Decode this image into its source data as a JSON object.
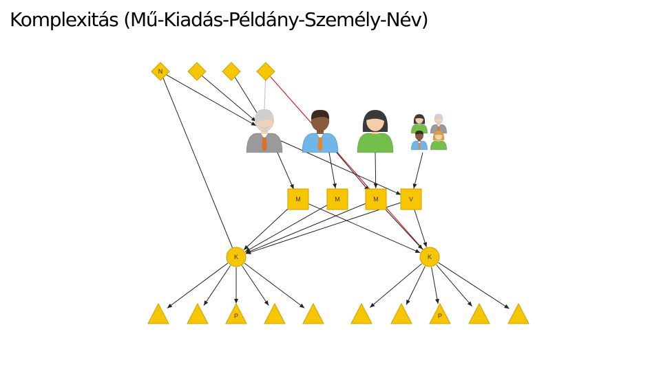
{
  "title": "Komplexitás (Mű-Kiadás-Példány-Személy-Név)",
  "colors": {
    "node_fill": "#F7C600",
    "node_stroke": "#C9A200",
    "edge": "#222222",
    "highlight_edge": "#D42020",
    "weak_edge": "#BBBBBB"
  },
  "nodes": {
    "name_diamonds": [
      {
        "label": "N"
      },
      {
        "label": ""
      },
      {
        "label": ""
      },
      {
        "label": ""
      }
    ],
    "persons": [
      {
        "icon": "elderly-man-icon"
      },
      {
        "icon": "businessman-icon"
      },
      {
        "icon": "woman-icon"
      },
      {
        "icon": "group-icon"
      }
    ],
    "work_squares": [
      {
        "label": "M"
      },
      {
        "label": "M"
      },
      {
        "label": "M"
      },
      {
        "label": "V"
      }
    ],
    "edition_circles": [
      {
        "label": "K"
      },
      {
        "label": "K"
      }
    ],
    "item_triangles": [
      {
        "label": ""
      },
      {
        "label": ""
      },
      {
        "label": "P"
      },
      {
        "label": ""
      },
      {
        "label": ""
      },
      {
        "label": ""
      },
      {
        "label": ""
      },
      {
        "label": "P"
      },
      {
        "label": ""
      },
      {
        "label": ""
      }
    ]
  }
}
